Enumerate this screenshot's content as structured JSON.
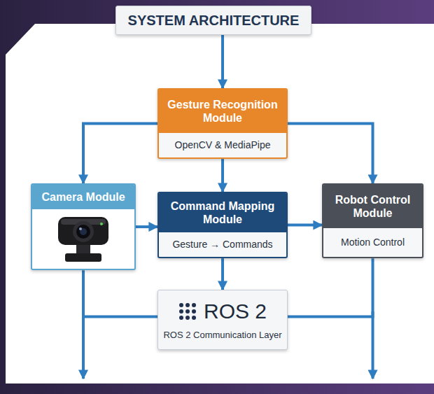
{
  "diagram": {
    "nodes": [
      {
        "text": [
          "SYSTEM ARCHITECTURE"
        ]
      },
      {
        "text": [
          "Gesture Recognition Module",
          "OpenCV & MediaPipe"
        ]
      },
      {
        "text": [
          "Camera Module"
        ]
      },
      {
        "text": [
          "Command Mapping Module",
          "Gesture → Commands"
        ]
      },
      {
        "text": [
          "Robot Control Module",
          "Motion Control"
        ]
      },
      {
        "text": [
          "ROS 2",
          "ROS 2 Communication Layer"
        ]
      }
    ],
    "edges": [
      {
        "from": 0,
        "to": 1,
        "arrow": "to"
      },
      {
        "from": 1,
        "to": 2,
        "arrow": "to"
      },
      {
        "from": 1,
        "to": 3,
        "arrow": "to"
      },
      {
        "from": 1,
        "to": 4,
        "arrow": "to"
      },
      {
        "from": 2,
        "to": 3,
        "arrow": "to"
      },
      {
        "from": 3,
        "to": 4,
        "arrow": "to"
      },
      {
        "from": 3,
        "to": 5,
        "arrow": "to"
      },
      {
        "from": 2,
        "to": 5,
        "arrow": "none"
      },
      {
        "from": 4,
        "to": 5,
        "arrow": "none"
      }
    ]
  }
}
